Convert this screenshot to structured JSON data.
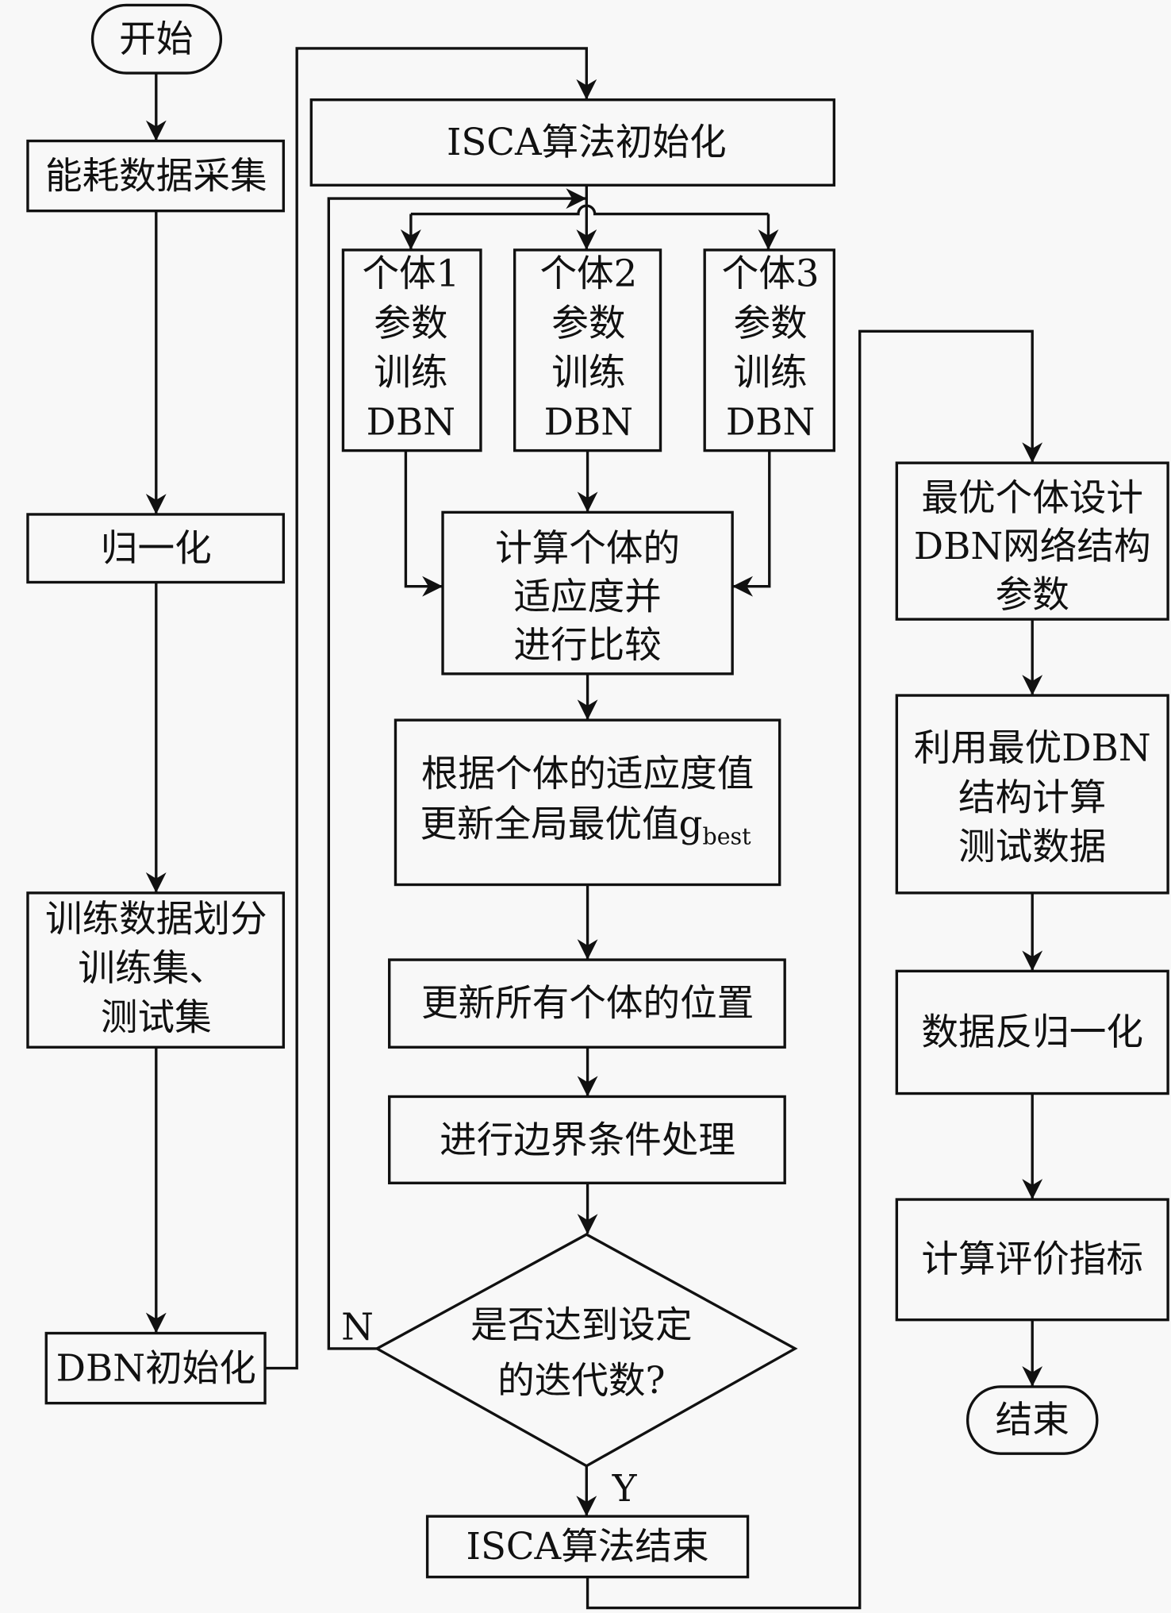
{
  "diagram": {
    "type": "flowchart",
    "left_column": {
      "start": "开始",
      "collect": "能耗数据采集",
      "normalize": "归一化",
      "split": [
        "训练数据划分",
        "训练集、",
        "测试集"
      ],
      "dbn_init": "DBN初始化"
    },
    "middle_column": {
      "isca_init": "ISCA算法初始化",
      "individuals": [
        {
          "lines": [
            "个体1",
            "参数",
            "训练",
            "DBN"
          ]
        },
        {
          "lines": [
            "个体2",
            "参数",
            "训练",
            "DBN"
          ]
        },
        {
          "lines": [
            "个体3",
            "参数",
            "训练",
            "DBN"
          ]
        }
      ],
      "fitness": [
        "计算个体的",
        "适应度并",
        "进行比较"
      ],
      "update_best": {
        "line1": "根据个体的适应度值",
        "line2": "更新全局最优值",
        "symbol": "g",
        "subscript": "best"
      },
      "update_pos": "更新所有个体的位置",
      "boundary": "进行边界条件处理",
      "decision": [
        "是否达到设定",
        "的迭代数?"
      ],
      "no_label": "N",
      "yes_label": "Y",
      "isca_end": "ISCA算法结束"
    },
    "right_column": {
      "best_design": [
        "最优个体设计",
        "DBN网络结构",
        "参数"
      ],
      "compute_test": [
        "利用最优DBN",
        "结构计算",
        "测试数据"
      ],
      "denormalize": "数据反归一化",
      "metrics": "计算评价指标",
      "end": "结束"
    }
  }
}
